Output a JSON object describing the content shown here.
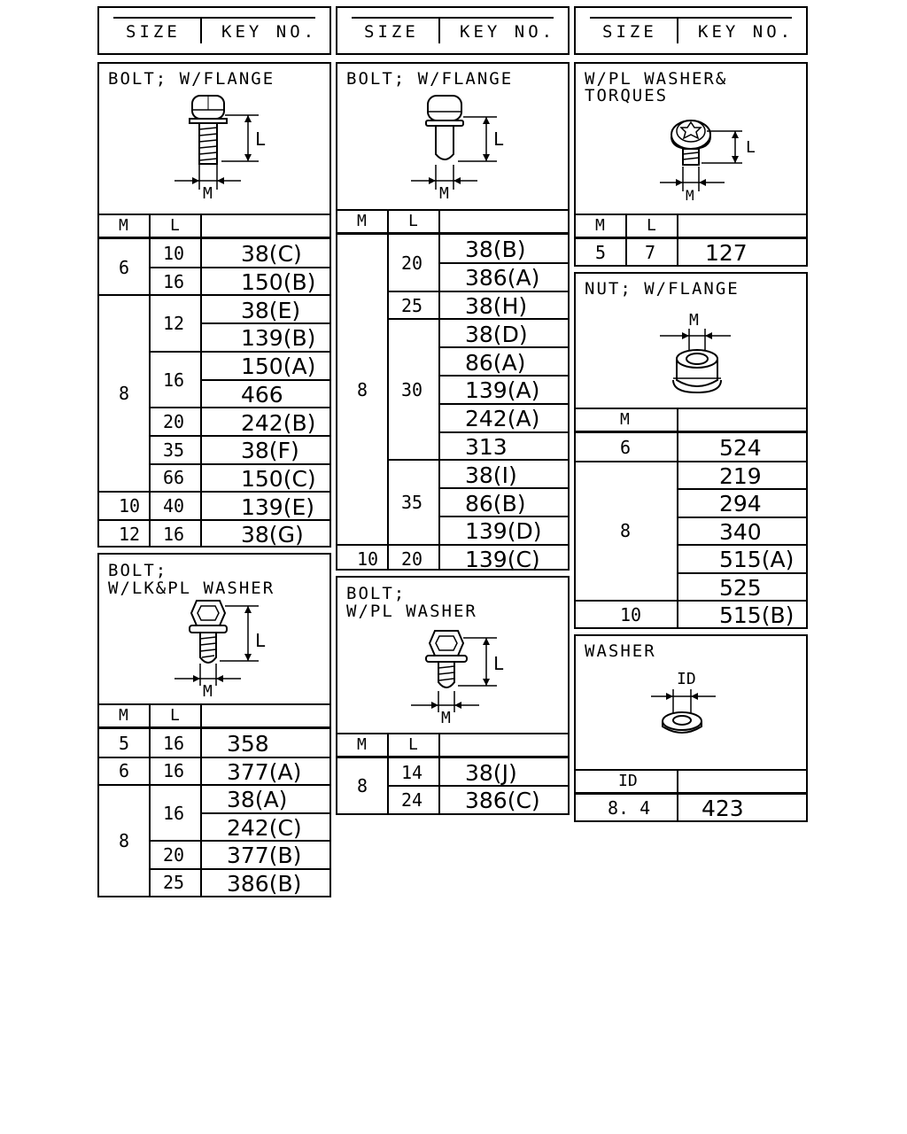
{
  "header": {
    "size": "SIZE",
    "key": "KEY NO."
  },
  "labels": {
    "m": "M",
    "l": "L",
    "id": "ID"
  },
  "bolt_flange_1": {
    "title": "BOLT; W/FLANGE",
    "rows": [
      {
        "m": "6",
        "l": "10",
        "key": "38(C)"
      },
      {
        "m": "",
        "l": "16",
        "key": "150(B)"
      },
      {
        "m": "8",
        "l": "12",
        "key": "38(E)"
      },
      {
        "m": "",
        "l": "",
        "key": "139(B)"
      },
      {
        "m": "",
        "l": "16",
        "key": "150(A)"
      },
      {
        "m": "",
        "l": "",
        "key": "466"
      },
      {
        "m": "",
        "l": "20",
        "key": "242(B)"
      },
      {
        "m": "",
        "l": "35",
        "key": "38(F)"
      },
      {
        "m": "",
        "l": "66",
        "key": "150(C)"
      },
      {
        "m": "10",
        "l": "40",
        "key": "139(E)"
      },
      {
        "m": "12",
        "l": "16",
        "key": "38(G)"
      }
    ]
  },
  "bolt_lk_washer": {
    "title": "BOLT;\nW/LK&PL WASHER",
    "rows": [
      {
        "m": "5",
        "l": "16",
        "key": "358"
      },
      {
        "m": "6",
        "l": "16",
        "key": "377(A)"
      },
      {
        "m": "8",
        "l": "16",
        "key": "38(A)"
      },
      {
        "m": "",
        "l": "",
        "key": "242(C)"
      },
      {
        "m": "",
        "l": "20",
        "key": "377(B)"
      },
      {
        "m": "",
        "l": "25",
        "key": "386(B)"
      }
    ]
  },
  "bolt_flange_2": {
    "title": "BOLT; W/FLANGE",
    "rows": [
      {
        "m": "8",
        "l": "20",
        "key": "38(B)"
      },
      {
        "m": "",
        "l": "",
        "key": "386(A)"
      },
      {
        "m": "",
        "l": "25",
        "key": "38(H)"
      },
      {
        "m": "",
        "l": "30",
        "key": "38(D)"
      },
      {
        "m": "",
        "l": "",
        "key": "86(A)"
      },
      {
        "m": "",
        "l": "",
        "key": "139(A)"
      },
      {
        "m": "",
        "l": "",
        "key": "242(A)"
      },
      {
        "m": "",
        "l": "",
        "key": "313"
      },
      {
        "m": "",
        "l": "35",
        "key": "38(I)"
      },
      {
        "m": "",
        "l": "",
        "key": "86(B)"
      },
      {
        "m": "",
        "l": "",
        "key": "139(D)"
      },
      {
        "m": "10",
        "l": "20",
        "key": "139(C)"
      }
    ]
  },
  "bolt_pl_washer": {
    "title": "BOLT;\nW/PL WASHER",
    "rows": [
      {
        "m": "8",
        "l": "14",
        "key": "38(J)"
      },
      {
        "m": "",
        "l": "24",
        "key": "386(C)"
      }
    ]
  },
  "washer_torques": {
    "title": "W/PL WASHER&\nTORQUES",
    "rows": [
      {
        "m": "5",
        "l": "7",
        "key": "127"
      }
    ]
  },
  "nut_flange": {
    "title": "NUT; W/FLANGE",
    "rows": [
      {
        "m": "6",
        "key": "524"
      },
      {
        "m": "8",
        "key": "219"
      },
      {
        "m": "",
        "key": "294"
      },
      {
        "m": "",
        "key": "340"
      },
      {
        "m": "",
        "key": "515(A)"
      },
      {
        "m": "",
        "key": "525"
      },
      {
        "m": "10",
        "key": "515(B)"
      }
    ]
  },
  "washer": {
    "title": "WASHER",
    "rows": [
      {
        "id": "8. 4",
        "key": "423"
      }
    ]
  }
}
